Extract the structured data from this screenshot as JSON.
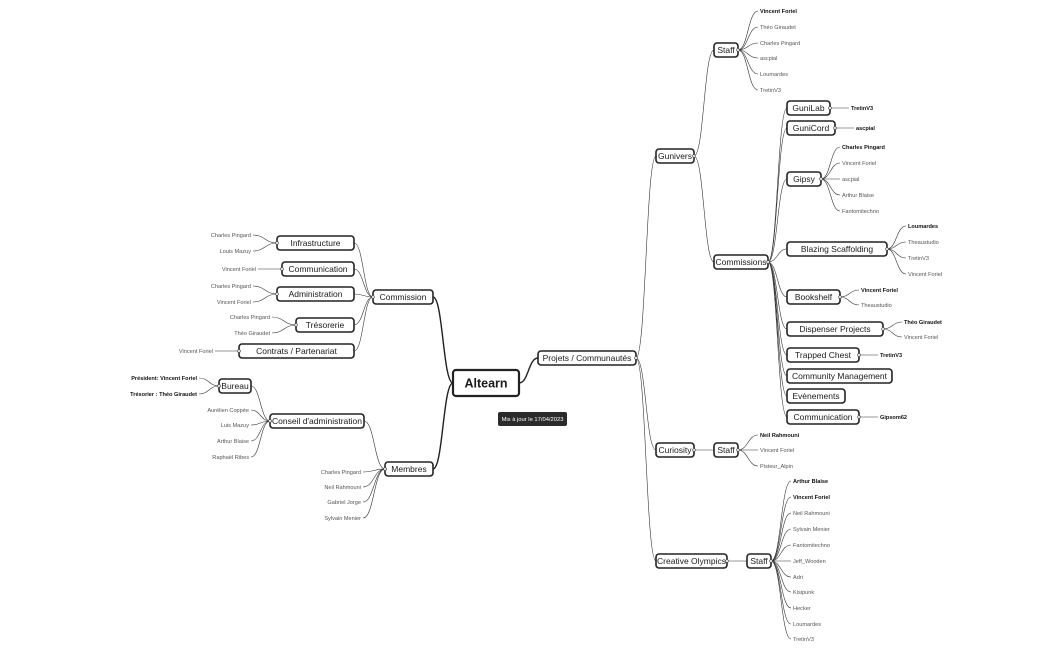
{
  "root": {
    "label": "Altearn"
  },
  "update_badge": "Mis à jour le 17/04/2023",
  "commission": {
    "label": "Commission",
    "children": [
      {
        "label": "Infrastructure",
        "leaves": [
          "Charles Pingard",
          "Louis Mazuy"
        ]
      },
      {
        "label": "Communication",
        "leaves": [
          "Vincent Foriel"
        ]
      },
      {
        "label": "Administration",
        "leaves": [
          "Charles Pingard",
          "Vincent Foriel"
        ]
      },
      {
        "label": "Trésorerie",
        "leaves": [
          "Charles Pingard",
          "Théo Giraudet"
        ]
      },
      {
        "label": "Contrats / Partenariat",
        "leaves": [
          "Vincent Foriel"
        ]
      }
    ]
  },
  "membres": {
    "label": "Membres",
    "leaves": [
      "Charles Pingard",
      "Neil Rahmouni",
      "Gabriel Jorge",
      "Sylvain Menier"
    ],
    "conseil": {
      "label": "Conseil d'administration",
      "leaves": [
        "Aurélien Coppée",
        "Luis Mazuy",
        "Arthur Blaise",
        "Raphaël Ribes"
      ],
      "bureau": {
        "label": "Bureau",
        "leaves": [
          "Président: Vincent Foriel",
          "Trésorier : Théo Giraudet"
        ]
      }
    }
  },
  "projets": {
    "label": "Projets / Communautés",
    "gunivers": {
      "label": "Gunivers",
      "staff": {
        "label": "Staff",
        "leaves": [
          "Vincent Foriel",
          "Théo Giraudet",
          "Charles Pingard",
          "ascpial",
          "Loumardes",
          "TretinV3"
        ]
      },
      "commissions": {
        "label": "Commissions",
        "children": [
          {
            "label": "GuniLab",
            "leaves": [
              "TretinV3"
            ]
          },
          {
            "label": "GuniCord",
            "leaves": [
              "ascpial"
            ]
          },
          {
            "label": "Gipsy",
            "leaves": [
              "Charles Pingard",
              "Vincent Foriel",
              "ascpial",
              "Arthur Blaise",
              "Fantomitechno"
            ]
          },
          {
            "label": "Blazing Scaffolding",
            "leaves": [
              "Loumardes",
              "Theaustudio",
              "TretinV3",
              "Vincent Foriel"
            ]
          },
          {
            "label": "Bookshelf",
            "leaves": [
              "Vincent Foriel",
              "Theaustudio"
            ]
          },
          {
            "label": "Dispenser Projects",
            "leaves": [
              "Théo Giraudet",
              "Vincent Foriel"
            ]
          },
          {
            "label": "Trapped Chest",
            "leaves": [
              "TretinV3"
            ]
          },
          {
            "label": "Community Management",
            "leaves": []
          },
          {
            "label": "Evènements",
            "leaves": []
          },
          {
            "label": "Communication",
            "leaves": [
              "Gipsom62"
            ]
          }
        ]
      }
    },
    "curiosity": {
      "label": "Curiosity",
      "staff": {
        "label": "Staff",
        "leaves": [
          "Neil Rahmouni",
          "Vincent Foriel",
          "Pisteur_Alpin"
        ]
      }
    },
    "creative_olympics": {
      "label": "Creative Olympics",
      "staff": {
        "label": "Staff",
        "leaves": [
          "Arthur Blaise",
          "Vincent Foriel",
          "Neil Rahmouni",
          "Sylvain Menier",
          "Fantomitechno",
          "Jeff_Wooden",
          "Adri",
          "Kisipunk",
          "Hecker",
          "Loumardes",
          "TretinV3"
        ]
      }
    }
  }
}
